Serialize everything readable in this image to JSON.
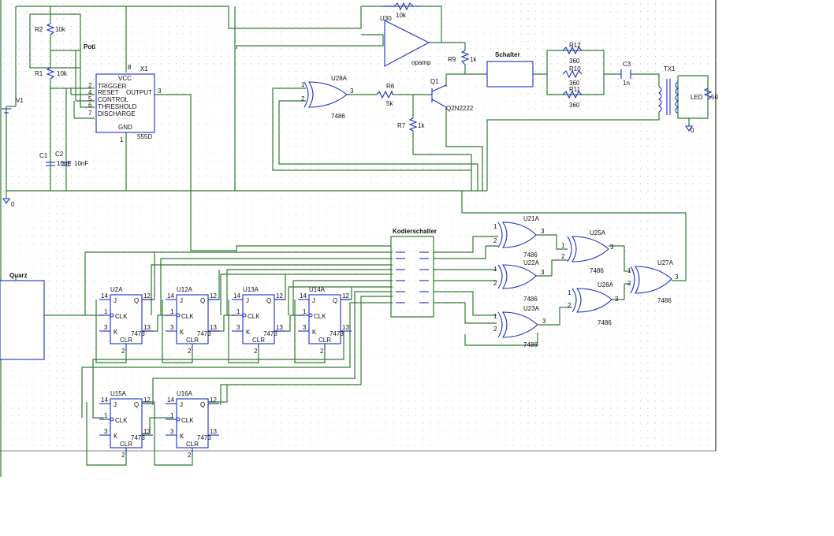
{
  "labels": {
    "r2": "R2",
    "r2_val": "10k",
    "poti": "Poti",
    "r1": "R1",
    "r1_val": "10k",
    "v1": "V1",
    "c1": "C1",
    "c2": "C2",
    "c1_val": "10nF",
    "c2_val": "10nF",
    "x1": "X1",
    "ic555_name": "555D",
    "p8": "8",
    "p2": "2",
    "p4": "4",
    "p5": "5",
    "p6": "6",
    "p7": "7",
    "p3": "3",
    "p1": "1",
    "vcc": "VCC",
    "trigger": "TRIGGER",
    "reset": "RESET",
    "output": "OUTPUT",
    "control": "CONTROL",
    "threshold": "THRESHOLD",
    "discharge": "DISCHARGE",
    "gnd": "GND",
    "u30": "U30",
    "r_fb": "10k",
    "opamp": "opamp",
    "r9": "R9",
    "r9_val": "1k",
    "u28a": "U28A",
    "u28_pin1": "1",
    "u28_pin2": "2",
    "u28_pin3": "3",
    "u28_part": "7486",
    "r6": "R6",
    "r6_val": "5k",
    "r7": "R7",
    "r7_val": "1k",
    "q1": "Q1",
    "q1_part": "Q2N2222",
    "schalter": "Schalter",
    "r12": "R12",
    "r12_val": "360",
    "r10": "R10",
    "r10_val": "360",
    "r11": "R11",
    "r11_val": "360",
    "c3": "C3",
    "c3_val": "1n",
    "tx1": "TX1",
    "led": "LED",
    "led_val": "50",
    "gnd0": "0",
    "gnd1": "0",
    "kodierschalter": "Kodierschalter",
    "quarz": "Quarz",
    "u21a": "U21A",
    "u22a": "U22A",
    "u23a": "U23A",
    "u25a": "U25A",
    "u26a": "U26A",
    "u27a": "U27A",
    "xor_part": "7486",
    "g1": "1",
    "g2": "2",
    "g3": "3",
    "ff_u2a": "U2A",
    "ff_u12a": "U12A",
    "ff_u13a": "U13A",
    "ff_u14a": "U14A",
    "ff_u15a": "U15A",
    "ff_u16a": "U16A",
    "ff_j": "J",
    "ff_k": "K",
    "ff_q": "Q",
    "ff_clk": "CLK",
    "ff_clr": "CLR",
    "ff_part": "7473",
    "ff_p14": "14",
    "ff_p1": "1",
    "ff_p3": "3",
    "ff_p12": "12",
    "ff_p13": "13",
    "ff_p2": "2"
  }
}
